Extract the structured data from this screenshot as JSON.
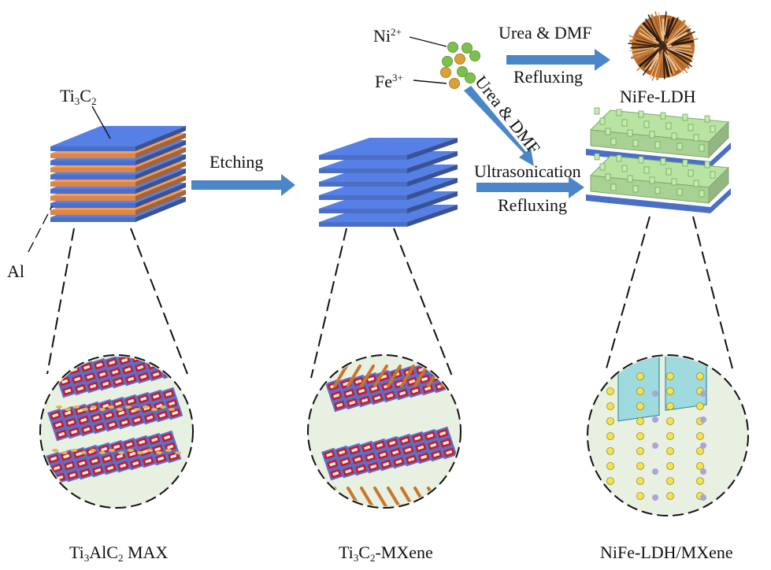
{
  "labels": {
    "ti3c2": {
      "pre": "Ti",
      "s1": "3",
      "mid": "C",
      "s2": "2"
    },
    "al": "Al",
    "ni": {
      "base": "Ni",
      "sup": "2+"
    },
    "fe": {
      "base": "Fe",
      "sup": "3+"
    },
    "etching": "Etching",
    "urea_dmf_top": "Urea & DMF",
    "refluxing_top": "Refluxing",
    "urea_dmf_diag": "Urea & DMF",
    "ultrasonication": "Ultrasonication",
    "refluxing_mid": "Refluxing",
    "nife_ldh": "NiFe-LDH",
    "cap_max": {
      "p1": "Ti",
      "s1": "3",
      "p2": "AlC",
      "s2": "2",
      "p3": " MAX"
    },
    "cap_mxene": {
      "p1": "Ti",
      "s1": "3",
      "p2": "C",
      "s2": "2",
      "p3": "-MXene"
    },
    "cap_composite": "NiFe-LDH/MXene"
  },
  "colors": {
    "mxene_blue": "#4b6fc7",
    "al_orange": "#d9874a",
    "arrow_blue": "#4a86c8",
    "ni_green": "#7cc04e",
    "fe_orange": "#dba038",
    "ldh_green": "#b9e3a2",
    "circle_bg": "#e8f0e2",
    "ti_red": "#c8182c",
    "bond_blue": "#5c6fc6"
  }
}
